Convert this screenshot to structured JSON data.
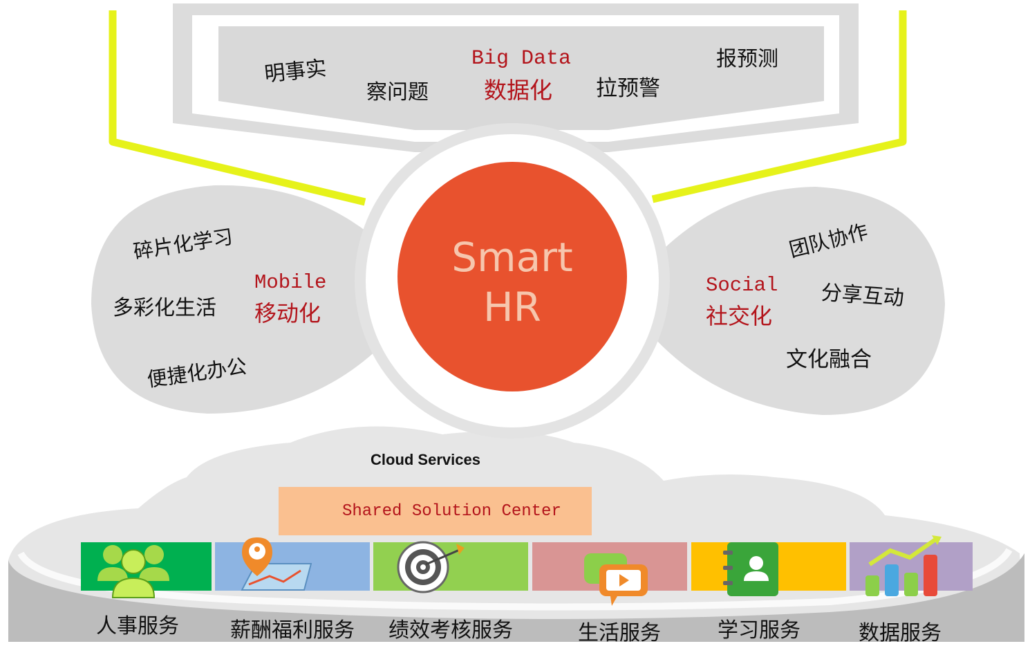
{
  "top_panel": {
    "items": [
      "明事实",
      "察问题",
      "拉预警",
      "报预测"
    ],
    "center_en": "Big Data",
    "center_cn": "数据化"
  },
  "hub": {
    "line1": "Smart",
    "line2": "HR"
  },
  "left_bubble": {
    "items": [
      "碎片化学习",
      "多彩化生活",
      "便捷化办公"
    ],
    "center_en": "Mobile",
    "center_cn": "移动化"
  },
  "right_bubble": {
    "items": [
      "团队协作",
      "分享互动",
      "文化融合"
    ],
    "center_en": "Social",
    "center_cn": "社交化"
  },
  "cloud": {
    "title": "Cloud Services",
    "shared_center": "Shared Solution Center"
  },
  "services": [
    {
      "label": "人事服务",
      "color": "#00b050",
      "icon": "people-icon"
    },
    {
      "label": "薪酬福利服务",
      "color": "#8db4e2",
      "icon": "map-pin-icon"
    },
    {
      "label": "绩效考核服务",
      "color": "#92d050",
      "icon": "target-icon"
    },
    {
      "label": "生活服务",
      "color": "#d99594",
      "icon": "video-chat-icon"
    },
    {
      "label": "学习服务",
      "color": "#ffc000",
      "icon": "contact-book-icon"
    },
    {
      "label": "数据服务",
      "color": "#b1a0c7",
      "icon": "bar-chart-icon"
    }
  ],
  "colors": {
    "hub": "#e8522e",
    "ring": "#e3e3e3",
    "bubble": "#dcdcdc",
    "accent_line": "#e6f21a",
    "shared_center_bg": "#fac090",
    "highlight_text": "#b3141b"
  }
}
